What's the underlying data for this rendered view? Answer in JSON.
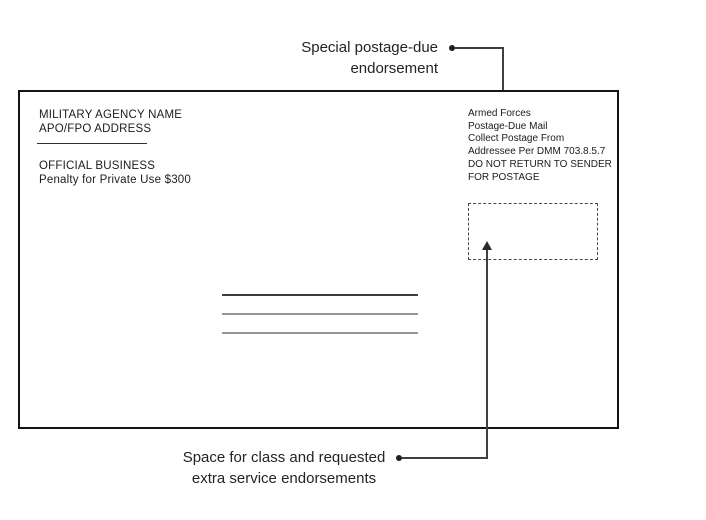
{
  "figure": {
    "top_annotation": {
      "line1": "Special postage-due",
      "line2": "endorsement"
    },
    "bottom_annotation": {
      "line1": "Space for class and requested",
      "line2": "extra service endorsements"
    }
  },
  "envelope": {
    "sender": {
      "agency": "MILITARY AGENCY NAME",
      "address": "APO/FPO ADDRESS",
      "official": "OFFICIAL BUSINESS",
      "penalty": "Penalty for Private Use $300"
    },
    "endorsement_lines": [
      "Armed Forces",
      "Postage-Due Mail",
      "Collect Postage From",
      "Addressee Per DMM 703.8.5.7",
      "DO NOT RETURN TO SENDER",
      "FOR POSTAGE"
    ]
  },
  "colors": {
    "ink": "#1a1a1a",
    "connector": "#3f3f3f",
    "dashed_box": "#4a4a4a"
  }
}
